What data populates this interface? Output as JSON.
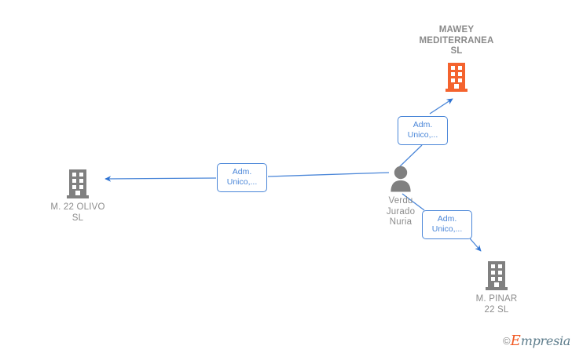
{
  "diagram": {
    "background_color": "#ffffff",
    "accent_company_color": "#f4632e",
    "neutral_company_color": "#808080",
    "person_color": "#808080",
    "edge_color": "#4a86d8",
    "label_text_color": "#8c8c8c"
  },
  "nodes": {
    "mawey": {
      "name": "MAWEY\nMEDITERRANEA\nSL",
      "icon": "building-icon",
      "type": "company"
    },
    "olivo": {
      "name": "M. 22 OLIVO\nSL",
      "icon": "building-icon",
      "type": "company"
    },
    "person": {
      "name": "Verdu\nJurado\nNuria",
      "icon": "person-icon",
      "type": "person"
    },
    "pinar": {
      "name": "M.  PINAR\n22  SL",
      "icon": "building-icon",
      "type": "company"
    }
  },
  "edges": [
    {
      "id": "person-to-mawey",
      "label": "Adm.\nUnico,..."
    },
    {
      "id": "person-to-olivo",
      "label": "Adm.\nUnico,..."
    },
    {
      "id": "person-to-pinar",
      "label": "Adm.\nUnico,..."
    }
  ],
  "watermark": {
    "copyright": "©",
    "brand_initial": "E",
    "brand_rest": "mpresia"
  }
}
